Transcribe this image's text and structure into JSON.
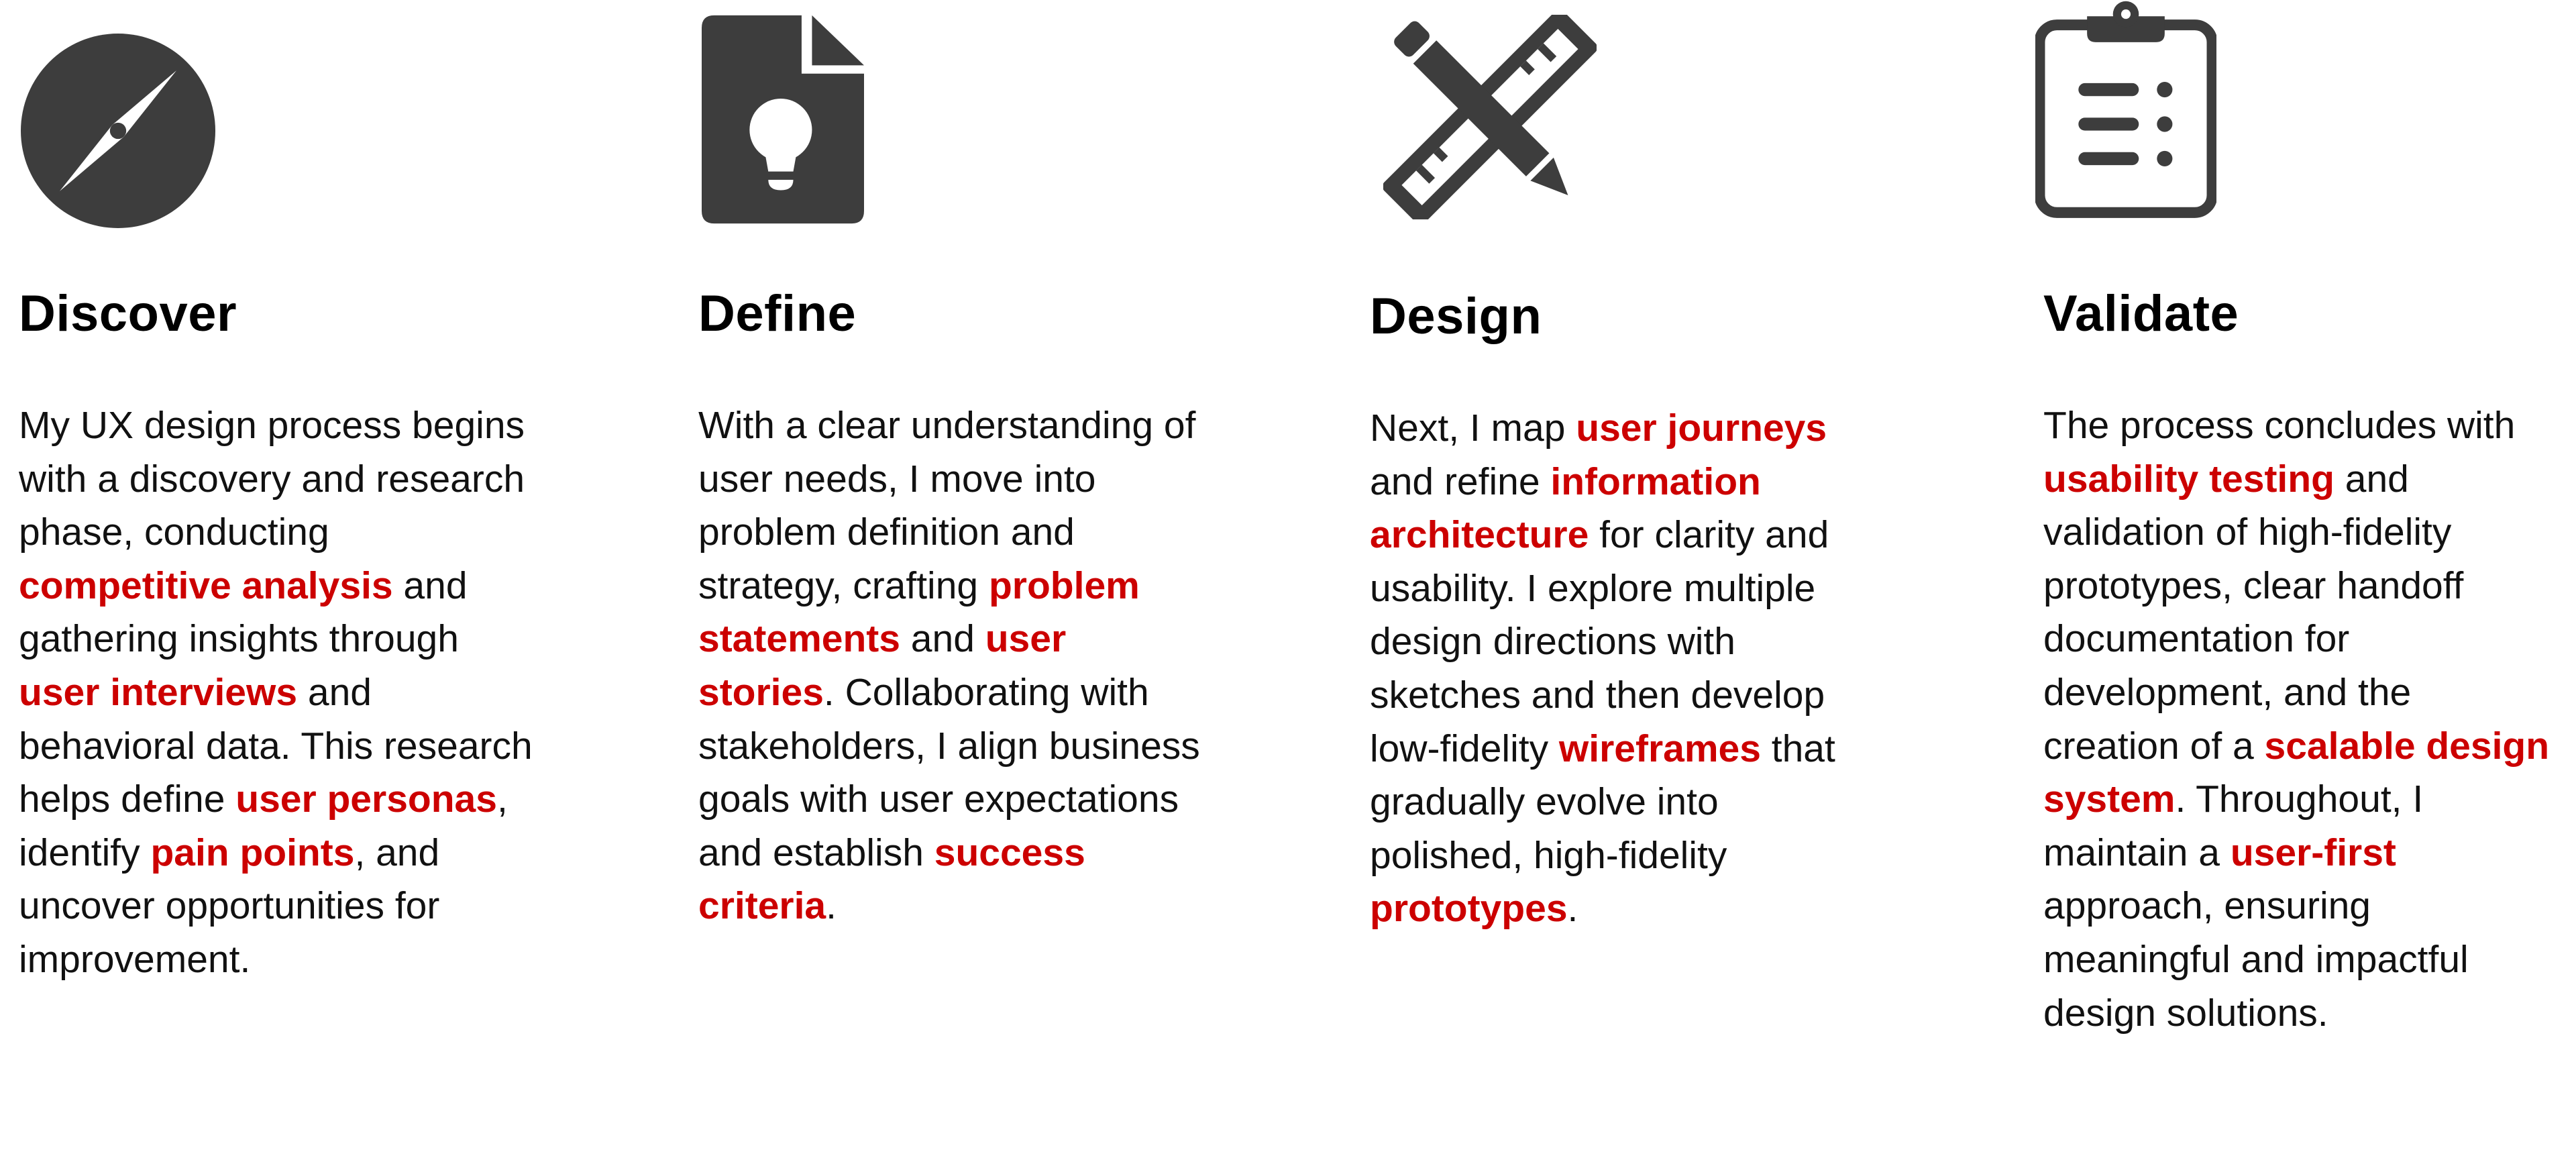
{
  "colors": {
    "icon": "#3d3d3d",
    "highlight": "#cc0000",
    "heading": "#000000",
    "text": "#111111",
    "background": "#ffffff"
  },
  "steps": [
    {
      "icon": "compass-icon",
      "title": "Discover",
      "lines": [
        [
          {
            "t": "My UX design process begins"
          }
        ],
        [
          {
            "t": "with a discovery and research"
          }
        ],
        [
          {
            "t": "phase, conducting"
          }
        ],
        [
          {
            "t": "competitive analysis",
            "hl": true
          },
          {
            "t": " and"
          }
        ],
        [
          {
            "t": "gathering insights through"
          }
        ],
        [
          {
            "t": "user interviews",
            "hl": true
          },
          {
            "t": " and"
          }
        ],
        [
          {
            "t": "behavioral data. This research"
          }
        ],
        [
          {
            "t": "helps define "
          },
          {
            "t": "user personas",
            "hl": true
          },
          {
            "t": ","
          }
        ],
        [
          {
            "t": "identify "
          },
          {
            "t": "pain points",
            "hl": true
          },
          {
            "t": ", and"
          }
        ],
        [
          {
            "t": "uncover opportunities for"
          }
        ],
        [
          {
            "t": "improvement."
          }
        ]
      ]
    },
    {
      "icon": "document-lightbulb-icon",
      "title": "Define",
      "lines": [
        [
          {
            "t": "With a clear understanding of"
          }
        ],
        [
          {
            "t": "user needs, I move into"
          }
        ],
        [
          {
            "t": "problem definition and"
          }
        ],
        [
          {
            "t": "strategy, crafting "
          },
          {
            "t": "problem",
            "hl": true
          }
        ],
        [
          {
            "t": "statements",
            "hl": true
          },
          {
            "t": " and "
          },
          {
            "t": "user",
            "hl": true
          }
        ],
        [
          {
            "t": "stories",
            "hl": true
          },
          {
            "t": ". Collaborating with"
          }
        ],
        [
          {
            "t": "stakeholders, I align business"
          }
        ],
        [
          {
            "t": "goals with user expectations"
          }
        ],
        [
          {
            "t": "and establish "
          },
          {
            "t": "success",
            "hl": true
          }
        ],
        [
          {
            "t": "criteria",
            "hl": true
          },
          {
            "t": "."
          }
        ]
      ]
    },
    {
      "icon": "pencil-ruler-icon",
      "title": "Design",
      "lines": [
        [
          {
            "t": "Next, I map "
          },
          {
            "t": "user journeys",
            "hl": true
          }
        ],
        [
          {
            "t": "and refine "
          },
          {
            "t": "information",
            "hl": true
          }
        ],
        [
          {
            "t": "architecture",
            "hl": true
          },
          {
            "t": " for clarity and"
          }
        ],
        [
          {
            "t": "usability. I explore multiple"
          }
        ],
        [
          {
            "t": "design directions with"
          }
        ],
        [
          {
            "t": "sketches and then develop"
          }
        ],
        [
          {
            "t": "low-fidelity "
          },
          {
            "t": "wireframes",
            "hl": true
          },
          {
            "t": " that"
          }
        ],
        [
          {
            "t": "gradually evolve into"
          }
        ],
        [
          {
            "t": "polished, high-fidelity"
          }
        ],
        [
          {
            "t": "prototypes",
            "hl": true
          },
          {
            "t": "."
          }
        ]
      ]
    },
    {
      "icon": "clipboard-list-icon",
      "title": "Validate",
      "lines": [
        [
          {
            "t": "The process concludes with"
          }
        ],
        [
          {
            "t": "usability testing",
            "hl": true
          },
          {
            "t": " and"
          }
        ],
        [
          {
            "t": "validation of high-fidelity"
          }
        ],
        [
          {
            "t": "prototypes, clear handoff"
          }
        ],
        [
          {
            "t": "documentation for"
          }
        ],
        [
          {
            "t": "development, and the"
          }
        ],
        [
          {
            "t": "creation of a "
          },
          {
            "t": "scalable design",
            "hl": true
          }
        ],
        [
          {
            "t": "system",
            "hl": true
          },
          {
            "t": ". Throughout, I"
          }
        ],
        [
          {
            "t": "maintain a "
          },
          {
            "t": "user-first",
            "hl": true
          }
        ],
        [
          {
            "t": "approach, ensuring"
          }
        ],
        [
          {
            "t": "meaningful and impactful"
          }
        ],
        [
          {
            "t": "design solutions."
          }
        ]
      ]
    }
  ]
}
